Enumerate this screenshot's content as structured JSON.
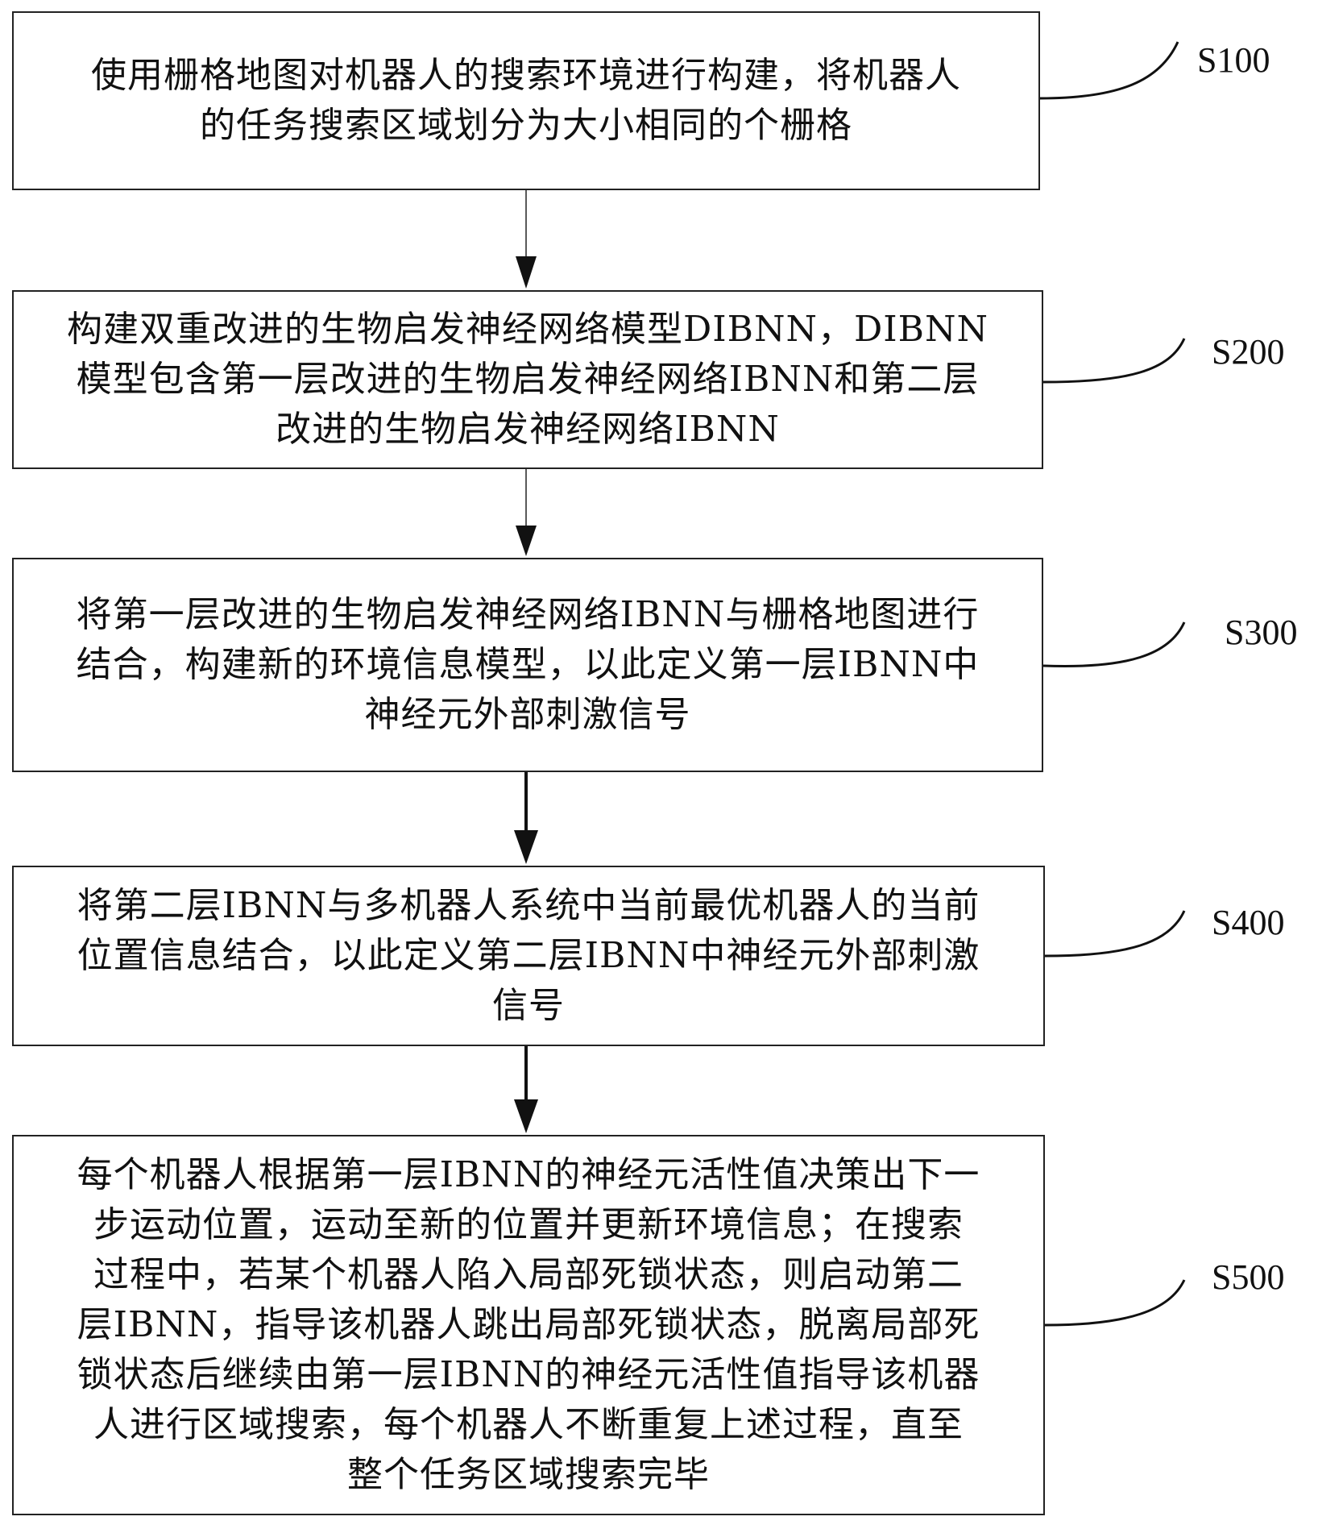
{
  "flowchart": {
    "steps": [
      {
        "label": "S100",
        "text": "使用栅格地图对机器人的搜索环境进行构建，将机器人\n的任务搜索区域划分为大小相同的个栅格"
      },
      {
        "label": "S200",
        "text": "构建双重改进的生物启发神经网络模型DIBNN，DIBNN\n模型包含第一层改进的生物启发神经网络IBNN和第二层\n改进的生物启发神经网络IBNN"
      },
      {
        "label": "S300",
        "text": "将第一层改进的生物启发神经网络IBNN与栅格地图进行\n结合，构建新的环境信息模型，以此定义第一层IBNN中\n神经元外部刺激信号"
      },
      {
        "label": "S400",
        "text": "将第二层IBNN与多机器人系统中当前最优机器人的当前\n位置信息结合，以此定义第二层IBNN中神经元外部刺激\n信号"
      },
      {
        "label": "S500",
        "text": "每个机器人根据第一层IBNN的神经元活性值决策出下一\n步运动位置，运动至新的位置并更新环境信息；在搜索\n过程中，若某个机器人陷入局部死锁状态，则启动第二\n层IBNN，指导该机器人跳出局部死锁状态，脱离局部死\n锁状态后继续由第一层IBNN的神经元活性值指导该机器\n人进行区域搜索，每个机器人不断重复上述过程，直至\n整个任务区域搜索完毕"
      }
    ]
  }
}
